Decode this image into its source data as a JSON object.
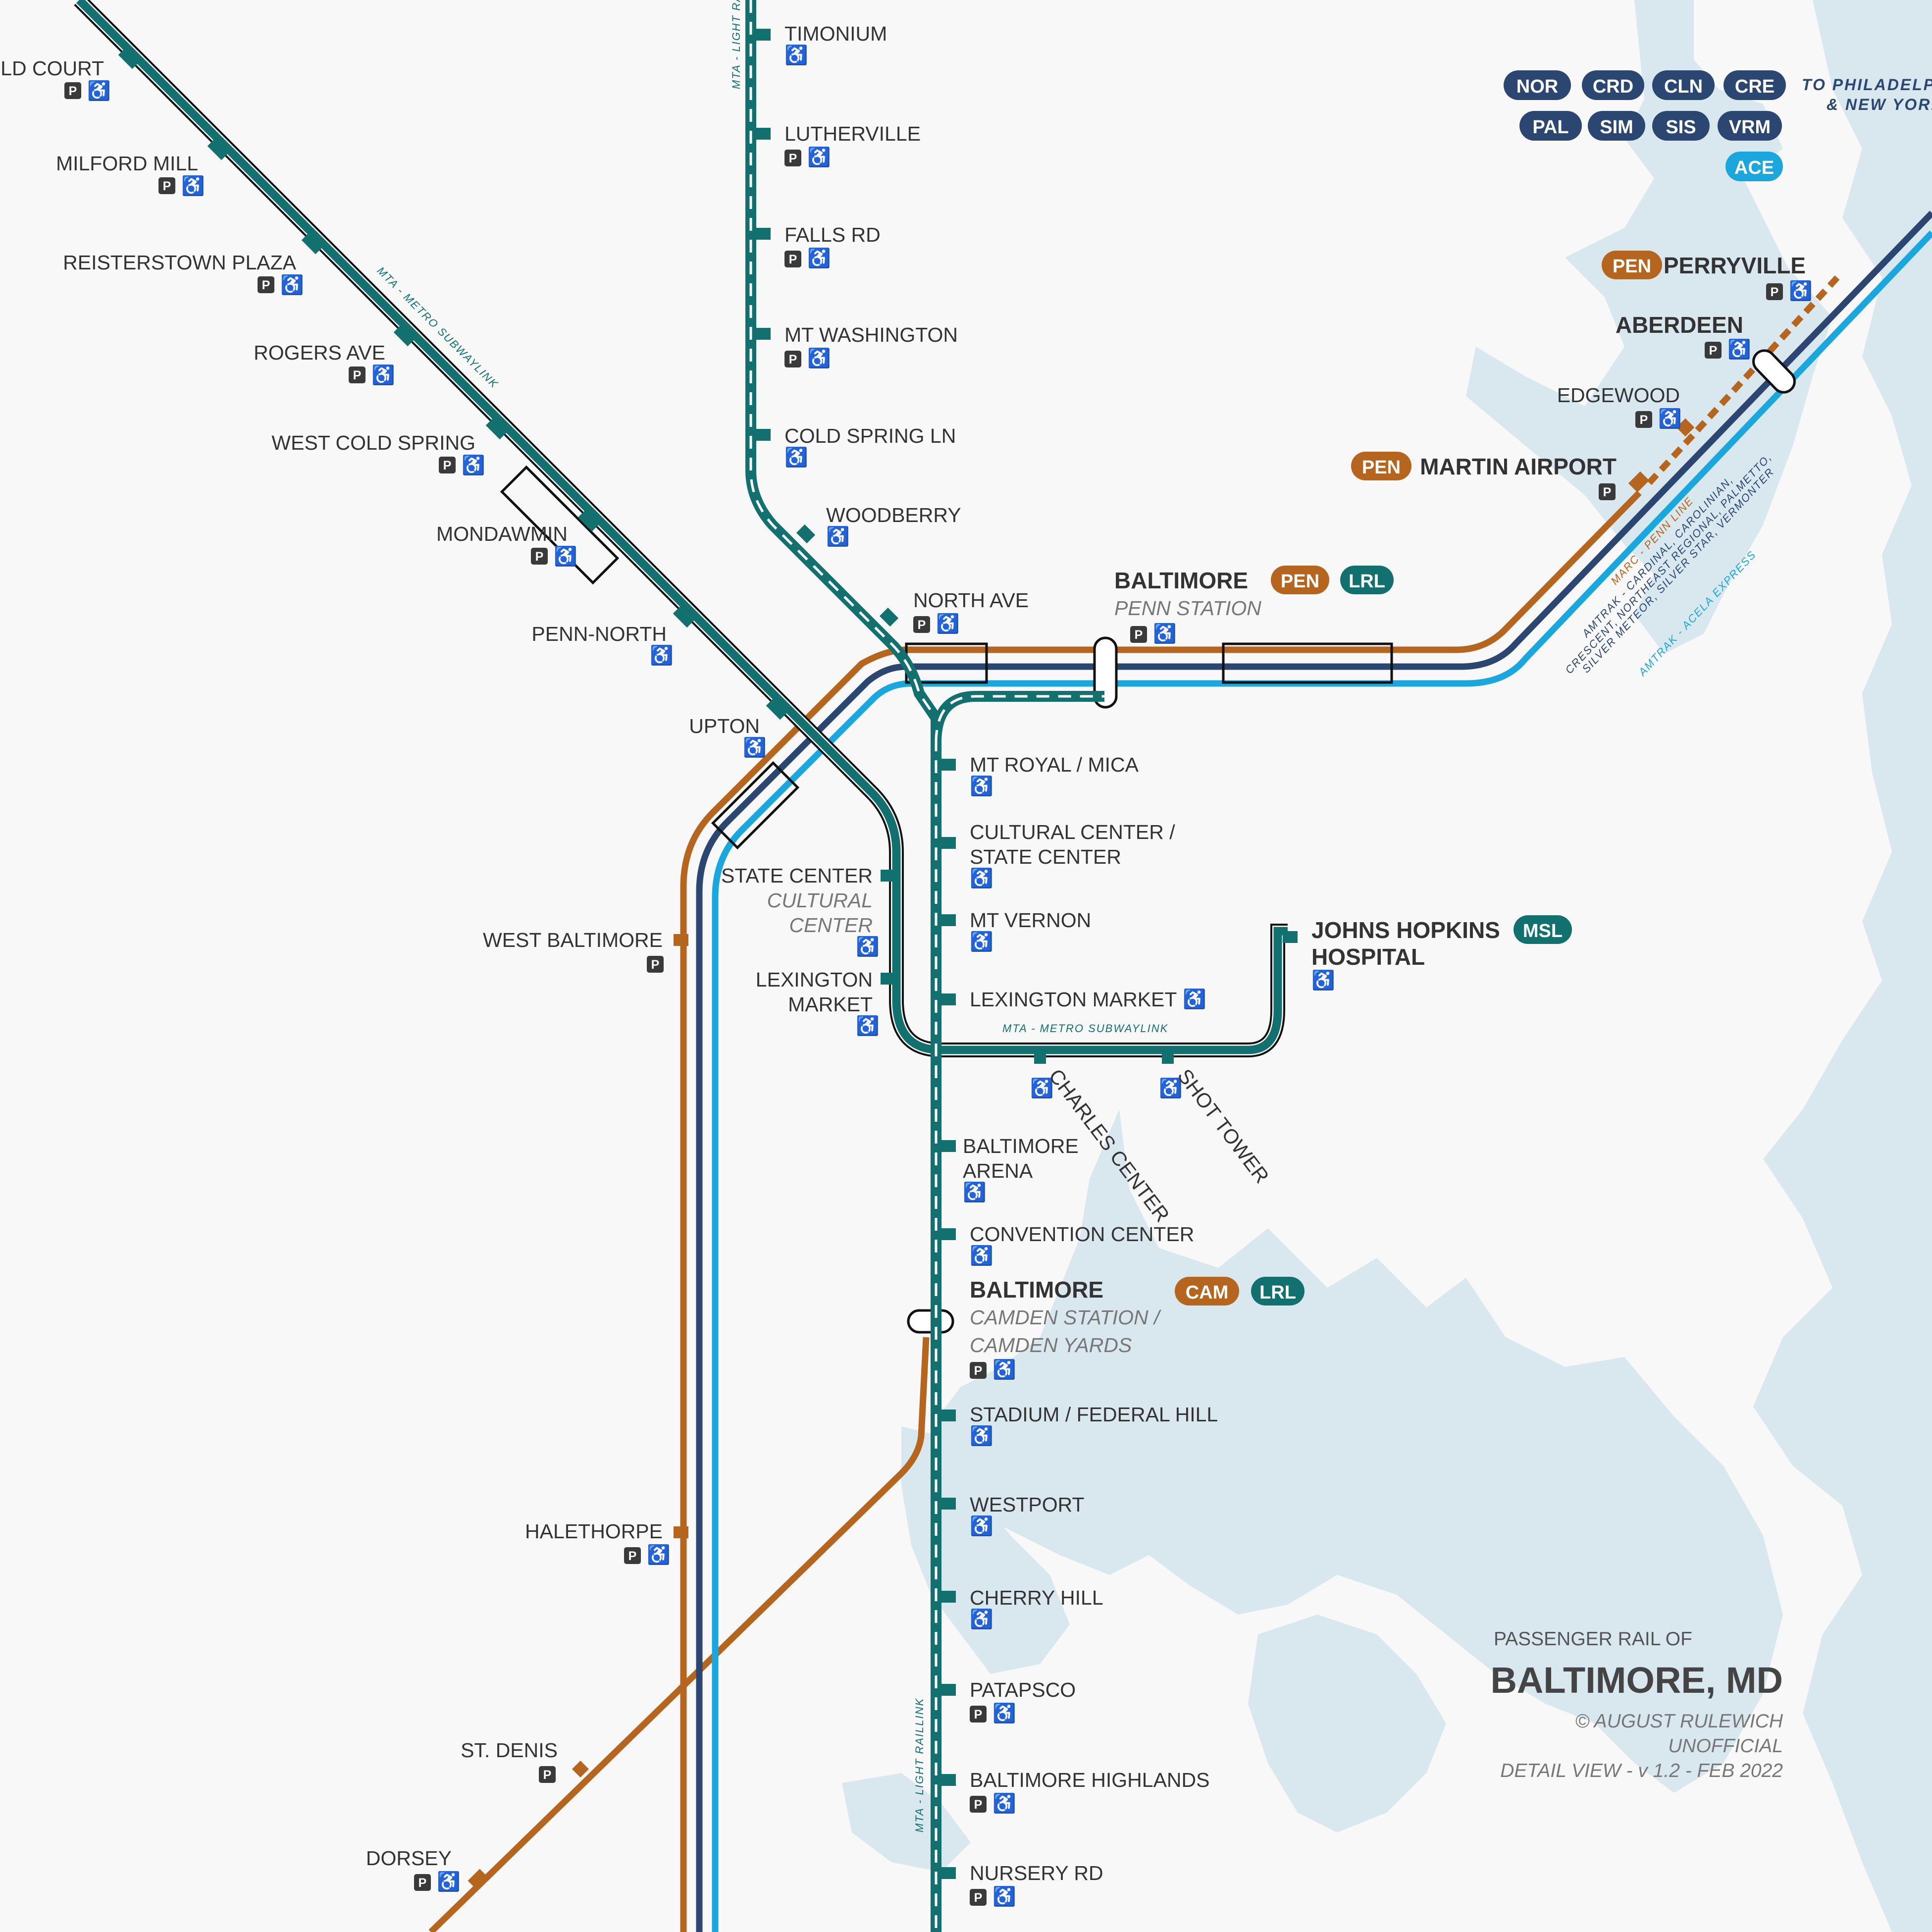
{
  "title": {
    "pretitle": "PASSENGER RAIL OF",
    "main": "BALTIMORE, MD",
    "credit": "© AUGUST RULEWICH",
    "status": "UNOFFICIAL",
    "version": "DETAIL VIEW - v 1.2 - FEB 2022"
  },
  "colors": {
    "background": "#f8f8f8",
    "water": "#d9e8ef",
    "marc": "#b5651d",
    "amtrak": "#2b4670",
    "acela": "#1aa7de",
    "mta": "#12706f",
    "parking": "#3a3a3a",
    "accessible": "#2f6fb3"
  },
  "line_labels": {
    "light_rail_north": "MTA - LIGHT RAILLINK",
    "light_rail_south": "MTA - LIGHT RAILLINK",
    "subway_west": "MTA - METRO SUBWAYLINK",
    "subway_central": "MTA - METRO SUBWAYLINK",
    "marc_penn": "MARC - PENN LINE",
    "amtrak_1": "AMTRAK - CARDINAL, CAROLINIAN,",
    "amtrak_2": "CRESCENT, NORTHEAST REGIONAL, PALMETTO,",
    "amtrak_3": "SILVER METEOR, SILVER STAR, VERMONTER",
    "acela": "AMTRAK - ACELA EXPRESS"
  },
  "amtrak_services": {
    "badges": [
      "NOR",
      "CRD",
      "CLN",
      "CRE",
      "PAL",
      "SIM",
      "SIS",
      "VRM"
    ],
    "acela_badge": "ACE",
    "destination_1": "TO PHILADELPHIA",
    "destination_2": "& NEW YORK"
  },
  "stations": {
    "old_court": {
      "name": "OLD COURT",
      "parking": true,
      "accessible": true
    },
    "milford_mill": {
      "name": "MILFORD MILL",
      "parking": true,
      "accessible": true
    },
    "reisterstown_plaza": {
      "name": "REISTERSTOWN PLAZA",
      "parking": true,
      "accessible": true
    },
    "rogers_ave": {
      "name": "ROGERS AVE",
      "parking": true,
      "accessible": true
    },
    "west_cold_spring": {
      "name": "WEST COLD SPRING",
      "parking": true,
      "accessible": true
    },
    "mondawmin": {
      "name": "MONDAWMIN",
      "parking": true,
      "accessible": true
    },
    "penn_north": {
      "name": "PENN-NORTH",
      "accessible": true
    },
    "upton": {
      "name": "UPTON",
      "accessible": true
    },
    "state_center_metro": {
      "name": "STATE CENTER",
      "sub1": "CULTURAL",
      "sub2": "CENTER",
      "accessible": true
    },
    "lexington_market_metro": {
      "name1": "LEXINGTON",
      "name2": "MARKET",
      "accessible": true
    },
    "charles_center": {
      "name": "CHARLES CENTER",
      "accessible": true
    },
    "shot_tower": {
      "name": "SHOT TOWER",
      "accessible": true
    },
    "johns_hopkins": {
      "name1": "JOHNS HOPKINS",
      "name2": "HOSPITAL",
      "badge": "MSL",
      "accessible": true
    },
    "timonium": {
      "name": "TIMONIUM",
      "accessible": true
    },
    "lutherville": {
      "name": "LUTHERVILLE",
      "parking": true,
      "accessible": true
    },
    "falls_rd": {
      "name": "FALLS RD",
      "parking": true,
      "accessible": true
    },
    "mt_washington": {
      "name": "MT WASHINGTON",
      "parking": true,
      "accessible": true
    },
    "cold_spring_ln": {
      "name": "COLD SPRING LN",
      "accessible": true
    },
    "woodberry": {
      "name": "WOODBERRY",
      "accessible": true
    },
    "north_ave": {
      "name": "NORTH AVE",
      "parking": true,
      "accessible": true
    },
    "penn_station": {
      "name": "BALTIMORE",
      "sub": "PENN STATION",
      "badges": [
        "PEN",
        "LRL"
      ],
      "parking": true,
      "accessible": true
    },
    "mt_royal": {
      "name": "MT ROYAL / MICA",
      "accessible": true
    },
    "cultural_center": {
      "name1": "CULTURAL CENTER /",
      "name2": "STATE CENTER",
      "accessible": true
    },
    "mt_vernon": {
      "name": "MT VERNON",
      "accessible": true
    },
    "lexington_market_lr": {
      "name": "LEXINGTON MARKET",
      "accessible": true
    },
    "baltimore_arena": {
      "name1": "BALTIMORE",
      "name2": "ARENA",
      "accessible": true
    },
    "convention_center": {
      "name": "CONVENTION CENTER",
      "accessible": true
    },
    "camden": {
      "name": "BALTIMORE",
      "sub1": "CAMDEN STATION /",
      "sub2": "CAMDEN YARDS",
      "badges": [
        "CAM",
        "LRL"
      ],
      "parking": true,
      "accessible": true
    },
    "stadium": {
      "name": "STADIUM / FEDERAL HILL",
      "accessible": true
    },
    "westport": {
      "name": "WESTPORT",
      "accessible": true
    },
    "cherry_hill": {
      "name": "CHERRY HILL",
      "accessible": true
    },
    "patapsco": {
      "name": "PATAPSCO",
      "parking": true,
      "accessible": true
    },
    "baltimore_highlands": {
      "name": "BALTIMORE HIGHLANDS",
      "parking": true,
      "accessible": true
    },
    "nursery_rd": {
      "name": "NURSERY RD",
      "parking": true,
      "accessible": true
    },
    "west_baltimore": {
      "name": "WEST BALTIMORE",
      "parking": true
    },
    "halethorpe": {
      "name": "HALETHORPE",
      "parking": true,
      "accessible": true
    },
    "st_denis": {
      "name": "ST. DENIS",
      "parking": true
    },
    "dorsey": {
      "name": "DORSEY",
      "parking": true,
      "accessible": true
    },
    "perryville": {
      "name": "PERRYVILLE",
      "badge": "PEN",
      "parking": true,
      "accessible": true
    },
    "aberdeen": {
      "name": "ABERDEEN",
      "parking": true,
      "accessible": true
    },
    "edgewood": {
      "name": "EDGEWOOD",
      "parking": true,
      "accessible": true
    },
    "martin_airport": {
      "name": "MARTIN AIRPORT",
      "badge": "PEN",
      "parking": true
    }
  },
  "icons": {
    "parking_glyph": "P",
    "accessible_glyph": "♿",
    "parking_icon": "parking-icon",
    "accessible_icon": "wheelchair-icon"
  }
}
